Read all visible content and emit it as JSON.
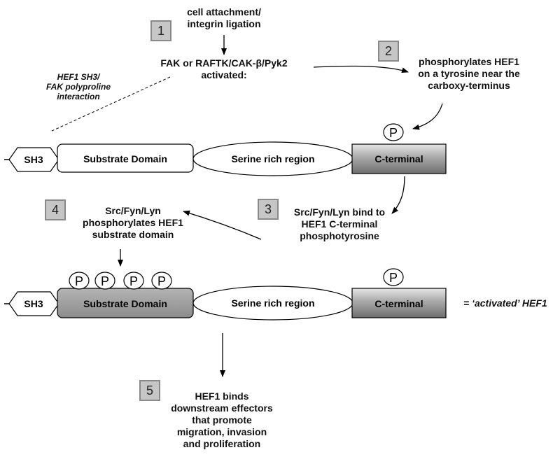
{
  "steps": {
    "s1": {
      "number": "1",
      "text": "cell attachment/\nintegrin ligation"
    },
    "s1b": {
      "text": "FAK or RAFTK/CAK-β/Pyk2\nactivated:"
    },
    "s2": {
      "number": "2",
      "text": "phosphorylates HEF1\non a tyrosine near the\ncarboxy-terminus"
    },
    "s3": {
      "number": "3",
      "text": "Src/Fyn/Lyn bind to\nHEF1 C-terminal\nphosphotyrosine"
    },
    "s4": {
      "number": "4",
      "text": "Src/Fyn/Lyn\nphosphorylates HEF1\nsubstrate domain"
    },
    "s5": {
      "number": "5",
      "text": "HEF1 binds\ndownstream effectors\nthat promote\nmigration, invasion\nand proliferation"
    }
  },
  "annotation": "HEF1 SH3/\nFAK polyproline\ninteraction",
  "protein": {
    "sh3": "SH3",
    "substrate": "Substrate Domain",
    "serine": "Serine rich region",
    "cterm": "C-terminal",
    "phospho": "P"
  },
  "activated_label": "= ‘activated’ HEF1",
  "colors": {
    "step_box_fill": "#c6c6c6",
    "domain_gray": "#9a9a9a",
    "outline": "#000000"
  }
}
